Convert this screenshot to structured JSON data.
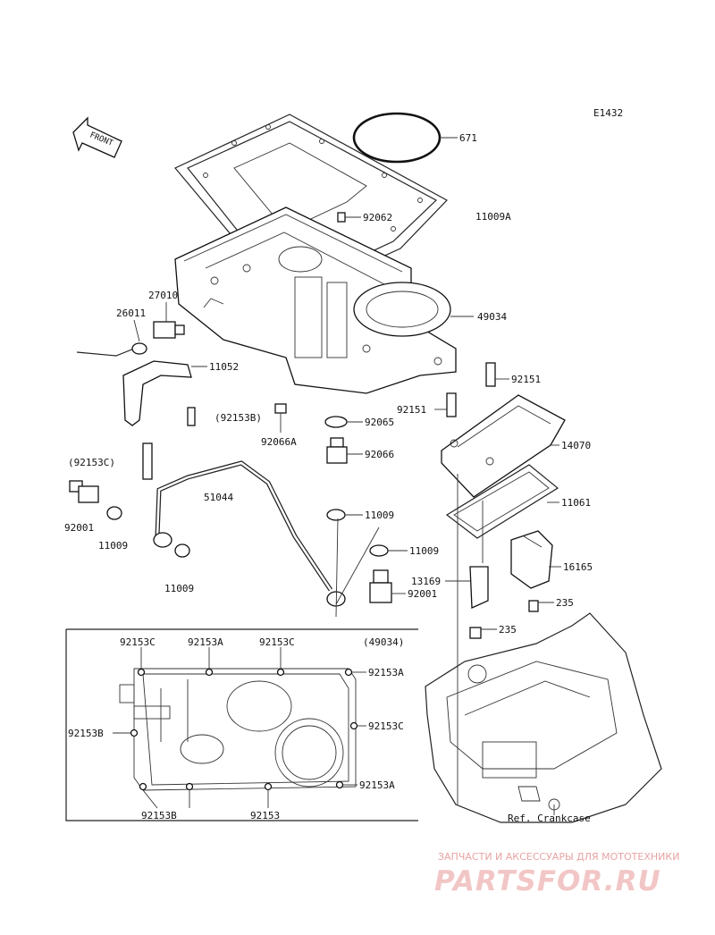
{
  "diagram_code": "E1432",
  "front_label": "FRONT",
  "labels": {
    "p671": "671",
    "p11009A": "11009A",
    "p92062": "92062",
    "p49034": "49034",
    "p27010": "27010",
    "p26011": "26011",
    "p11052": "11052",
    "p92153B": "(92153B)",
    "p92066A": "92066A",
    "p92065": "92065",
    "p92066": "92066",
    "p92151a": "92151",
    "p92151b": "92151",
    "p14070": "14070",
    "p92153C": "(92153C)",
    "p51044": "51044",
    "p11009a": "11009",
    "p11009b": "11009",
    "p11061": "11061",
    "p92001a": "92001",
    "p11009c": "11009",
    "p11009d": "11009",
    "p16165": "16165",
    "p13169": "13169",
    "p92001b": "92001",
    "p235a": "235",
    "p235b": "235",
    "ref_crankcase": "Ref. Crankcase"
  },
  "detail": {
    "title": "(49034)",
    "top1": "92153C",
    "top2": "92153A",
    "top3": "92153C",
    "right1": "92153A",
    "right2": "92153C",
    "right3": "92153A",
    "left1": "92153B",
    "bottom1": "92153B",
    "bottom2": "92153"
  },
  "watermark": {
    "line1": "ЗАПЧАСТИ И АКСЕССУАРЫ ДЛЯ МОТОТЕХНИКИ",
    "line2": "PARTSFOR.RU"
  }
}
